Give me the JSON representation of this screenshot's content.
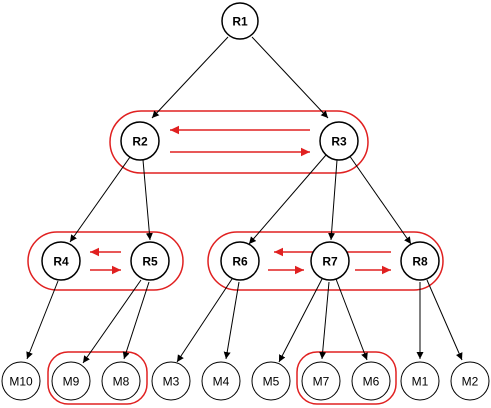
{
  "colors": {
    "highlight": "#e02020",
    "stroke": "#000000"
  },
  "nodes": {
    "R1": {
      "label": "R1"
    },
    "R2": {
      "label": "R2"
    },
    "R3": {
      "label": "R3"
    },
    "R4": {
      "label": "R4"
    },
    "R5": {
      "label": "R5"
    },
    "R6": {
      "label": "R6"
    },
    "R7": {
      "label": "R7"
    },
    "R8": {
      "label": "R8"
    },
    "M10": {
      "label": "M10"
    },
    "M9": {
      "label": "M9"
    },
    "M8": {
      "label": "M8"
    },
    "M3": {
      "label": "M3"
    },
    "M4": {
      "label": "M4"
    },
    "M5": {
      "label": "M5"
    },
    "M7": {
      "label": "M7"
    },
    "M6": {
      "label": "M6"
    },
    "M1": {
      "label": "M1"
    },
    "M2": {
      "label": "M2"
    }
  }
}
